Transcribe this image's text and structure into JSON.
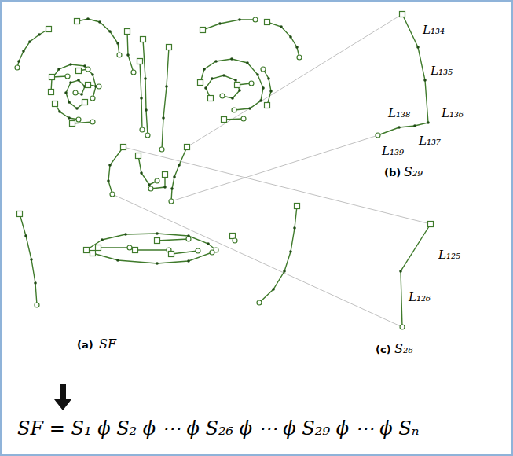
{
  "diagram": {
    "labels": [
      "L₁₃₄",
      "L₁₃₅",
      "L₁₃₆",
      "L₁₃₈",
      "L₁₃₇",
      "L₁₃₉",
      "(b)",
      "S₂₉",
      "L₁₂₅",
      "L₁₂₆",
      "(c)",
      "S₂₆",
      "(a)",
      "SF",
      "SF = S₁ ϕ S₂ ϕ ⋯ ϕ S₂₆ ϕ ⋯ ϕ S₂₉  ϕ ⋯ ϕ Sₙ"
    ]
  }
}
